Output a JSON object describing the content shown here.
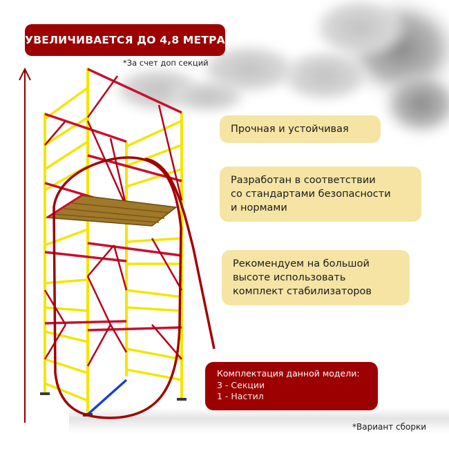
{
  "banner": {
    "title": "УВЕЛИЧИВАЕТСЯ ДО 4,8 МЕТРА",
    "note": "*За счет доп секций",
    "color": "#9c0000"
  },
  "features": [
    {
      "text": "Прочная и устойчивая"
    },
    {
      "text": "Разработан в соответствии\nсо стандартами безопасности\nи нормами"
    },
    {
      "text": "Рекомендуем на большой\nвысоте использовать\nкомплект стабилизаторов"
    }
  ],
  "feature_color": "#f5e4a4",
  "kit": {
    "title": "Комплектация данной модели:",
    "items": [
      "3 - Секции",
      "1 - Настил"
    ],
    "color": "#9c0000"
  },
  "footer": {
    "note": "*Вариант сборки"
  },
  "illustration": {
    "subject": "scaffold-tower",
    "frame_color": "#f2e600",
    "brace_color": "#c8102e",
    "arrow_color": "#8b0000",
    "highlight_loop_color": "#a00000"
  }
}
